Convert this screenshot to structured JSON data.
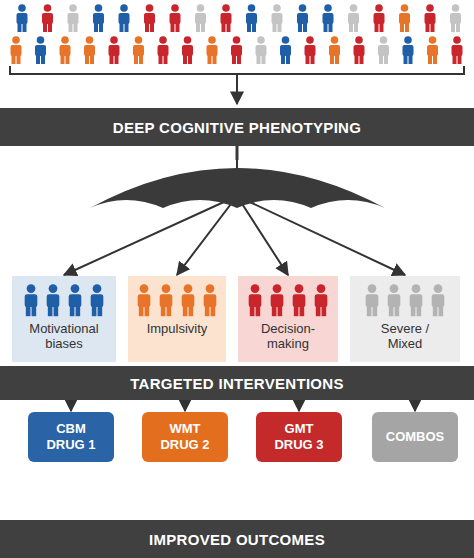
{
  "diagram": {
    "nodes": [
      {
        "text": [
          "DEEP COGNITIVE PHENOTYPING"
        ]
      },
      {
        "text": [
          "Motivational biases"
        ]
      },
      {
        "text": [
          "Impulsivity"
        ]
      },
      {
        "text": [
          "Decision-making"
        ]
      },
      {
        "text": [
          "Severe / Mixed"
        ]
      },
      {
        "text": [
          "TARGETED INTERVENTIONS"
        ]
      },
      {
        "text": [
          "CBM DRUG 1"
        ]
      },
      {
        "text": [
          "WMT DRUG 2"
        ]
      },
      {
        "text": [
          "GMT DRUG 3"
        ]
      },
      {
        "text": [
          "COMBOS"
        ]
      },
      {
        "text": [
          "IMPROVED OUTCOMES"
        ]
      }
    ],
    "edges": [
      {
        "from": 0,
        "to": 1,
        "arrow": "to"
      },
      {
        "from": 0,
        "to": 2,
        "arrow": "to"
      },
      {
        "from": 0,
        "to": 3,
        "arrow": "to"
      },
      {
        "from": 0,
        "to": 4,
        "arrow": "to"
      },
      {
        "from": 5,
        "to": 6,
        "arrow": "to"
      },
      {
        "from": 5,
        "to": 7,
        "arrow": "to"
      },
      {
        "from": 5,
        "to": 8,
        "arrow": "to"
      },
      {
        "from": 5,
        "to": 9,
        "arrow": "to"
      }
    ]
  }
}
